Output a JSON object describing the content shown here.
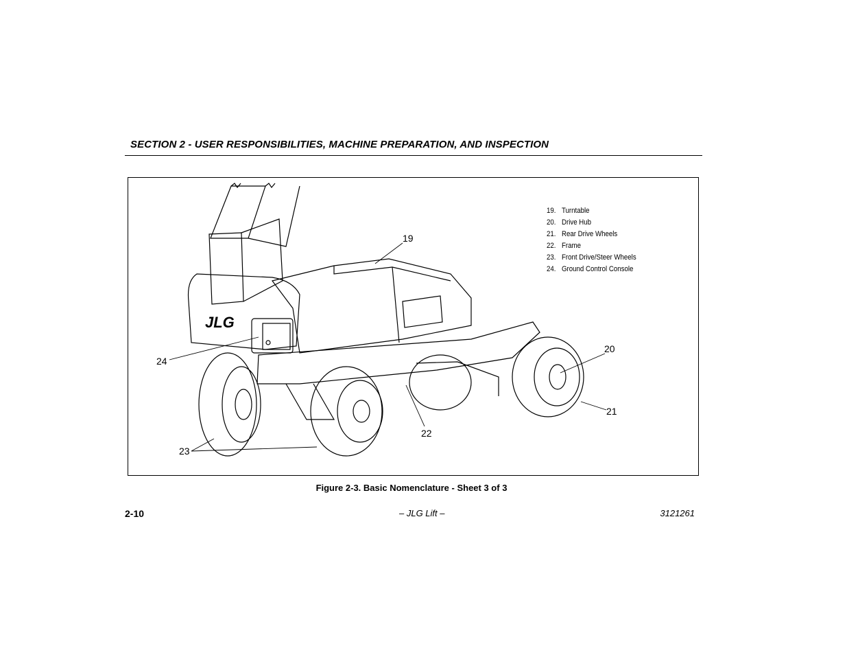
{
  "header": {
    "section_title": "SECTION 2 - USER RESPONSIBILITIES, MACHINE PREPARATION, AND INSPECTION"
  },
  "figure": {
    "legend": [
      {
        "num": "19.",
        "label": "Turntable"
      },
      {
        "num": "20.",
        "label": "Drive Hub"
      },
      {
        "num": "21.",
        "label": "Rear Drive Wheels"
      },
      {
        "num": "22.",
        "label": "Frame"
      },
      {
        "num": "23.",
        "label": "Front Drive/Steer Wheels"
      },
      {
        "num": "24.",
        "label": "Ground Control Console"
      }
    ],
    "callouts": {
      "c19": "19",
      "c20": "20",
      "c21": "21",
      "c22": "22",
      "c23": "23",
      "c24": "24"
    },
    "logo_text": "JLG",
    "caption": "Figure 2-3. Basic Nomenclature - Sheet 3 of 3"
  },
  "footer": {
    "page_number": "2-10",
    "center_text": "– JLG Lift –",
    "doc_number": "3121261"
  }
}
